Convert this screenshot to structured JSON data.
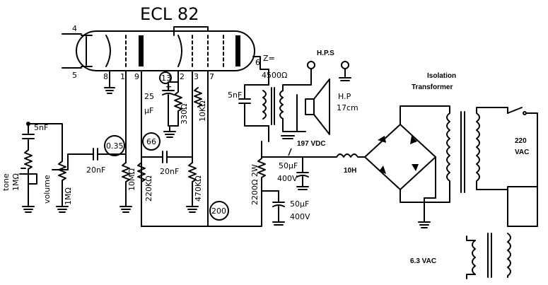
{
  "tube": {
    "name": "ECL 82",
    "pins": {
      "p4": "4",
      "p5": "5",
      "p8": "8",
      "p1": "1",
      "p9": "9",
      "p2": "2",
      "p3": "3",
      "p7": "7",
      "p6": "6"
    }
  },
  "labels": {
    "tone": "tone",
    "tone_r": "1MΩ",
    "tone_c": "5nF",
    "volume": "volume",
    "volume_r": "1MΩ",
    "v035": "0.35",
    "c_in": "20nF",
    "r_grid": "10MΩ",
    "v66": "66",
    "r_plate": "220KΩ",
    "c_cpl": "20nF",
    "r_grid2": "470KΩ",
    "v13": "13",
    "c_cath": "25",
    "c_cath_unit": "μF",
    "r_cath": "330Ω",
    "r_g2": "10KΩ",
    "c_fb": "5nF",
    "z": "Z=",
    "z_val": "4500Ω",
    "hps": "H.P.S",
    "hp": "H.P",
    "hp_size": "17cm",
    "v200": "200",
    "r_drop": "2200Ω 2W",
    "vdc": "197 VDC",
    "c1": "50μF",
    "c1_v": "400V",
    "c2": "50μF",
    "c2_v": "400V",
    "choke": "10H",
    "iso1": "Isolation",
    "iso2": "Transformer",
    "vac220": "220",
    "vac220b": "VAC",
    "vac63": "6.3 VAC"
  }
}
